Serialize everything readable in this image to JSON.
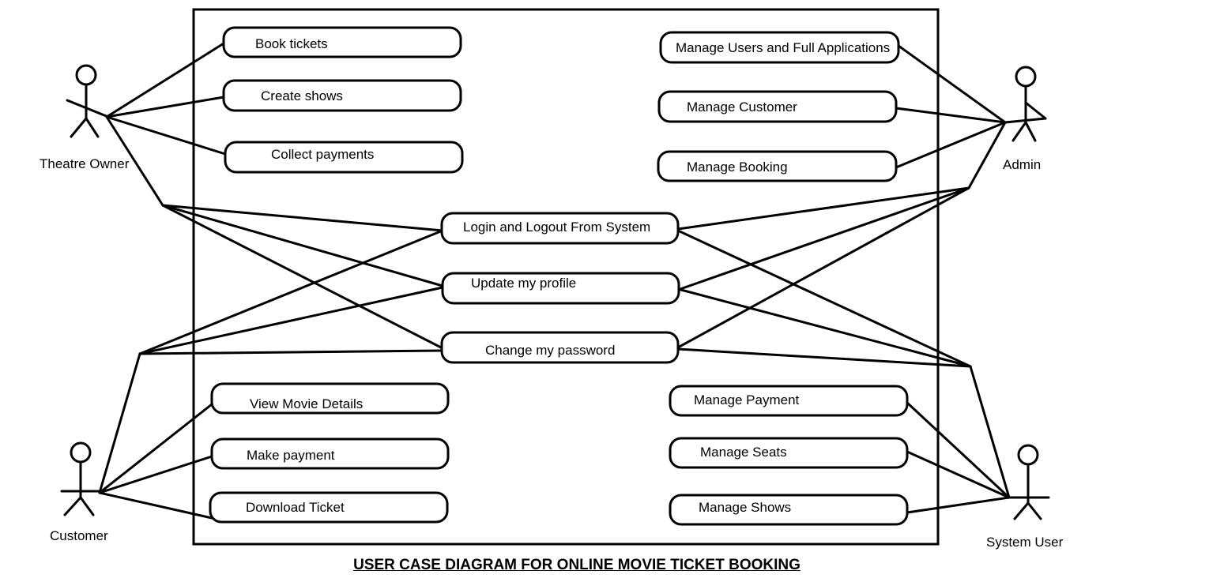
{
  "title": "USER CASE DIAGRAM FOR ONLINE MOVIE TICKET BOOKING",
  "colors": {
    "stroke": "#000000",
    "background": "#ffffff"
  },
  "actors": [
    {
      "id": "theatre-owner",
      "label": "Theatre Owner"
    },
    {
      "id": "admin",
      "label": "Admin"
    },
    {
      "id": "customer",
      "label": "Customer"
    },
    {
      "id": "system-user",
      "label": "System User"
    }
  ],
  "use_cases": [
    {
      "id": "book-tickets",
      "label": "Book tickets"
    },
    {
      "id": "create-shows",
      "label": "Create shows"
    },
    {
      "id": "collect-payments",
      "label": "Collect payments"
    },
    {
      "id": "manage-users",
      "label": "Manage Users and Full Applications"
    },
    {
      "id": "manage-customer",
      "label": "Manage Customer"
    },
    {
      "id": "manage-booking",
      "label": "Manage Booking"
    },
    {
      "id": "login-logout",
      "label": "Login and Logout From System"
    },
    {
      "id": "update-profile",
      "label": "Update my profile"
    },
    {
      "id": "change-password",
      "label": "Change my password"
    },
    {
      "id": "view-movie-details",
      "label": "View Movie Details"
    },
    {
      "id": "make-payment",
      "label": "Make payment"
    },
    {
      "id": "download-ticket",
      "label": "Download Ticket"
    },
    {
      "id": "manage-payment",
      "label": "Manage Payment"
    },
    {
      "id": "manage-seats",
      "label": "Manage Seats"
    },
    {
      "id": "manage-shows",
      "label": "Manage Shows"
    }
  ]
}
